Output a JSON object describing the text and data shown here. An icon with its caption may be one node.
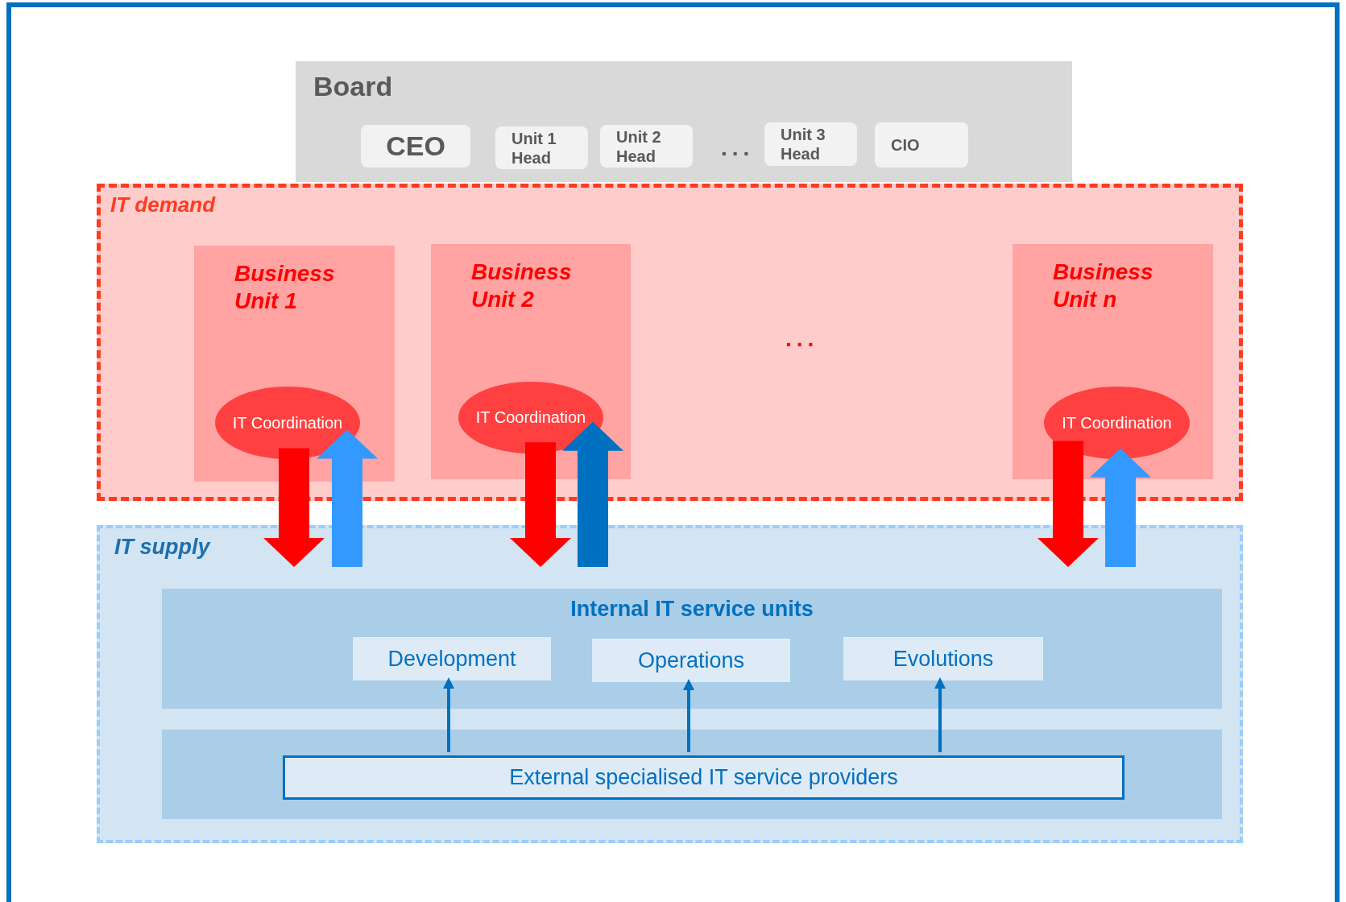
{
  "diagram": {
    "nodes": [
      {
        "text": [
          "Board"
        ]
      },
      {
        "text": [
          "CEO"
        ],
        "in": 0
      },
      {
        "text": [
          "Unit 1 Head"
        ],
        "in": 0
      },
      {
        "text": [
          "Unit 2 Head"
        ],
        "in": 0
      },
      {
        "text": [
          "Unit 3 Head"
        ],
        "in": 0
      },
      {
        "text": [
          "CIO"
        ],
        "in": 0
      },
      {
        "text": [
          "IT demand"
        ]
      },
      {
        "text": [
          "Business Unit 1"
        ],
        "in": 6
      },
      {
        "text": [
          "IT Coordination"
        ],
        "in": 7
      },
      {
        "text": [
          "Business Unit 2"
        ],
        "in": 6
      },
      {
        "text": [
          "IT Coordination"
        ],
        "in": 9
      },
      {
        "text": [
          "Business Unit n"
        ],
        "in": 6
      },
      {
        "text": [
          "IT Coordination"
        ],
        "in": 11
      },
      {
        "text": [
          "IT supply"
        ]
      },
      {
        "text": [
          "Internal IT service units"
        ],
        "in": 13
      },
      {
        "text": [
          "Development"
        ],
        "in": 14
      },
      {
        "text": [
          "Operations"
        ],
        "in": 14
      },
      {
        "text": [
          "Evolutions"
        ],
        "in": 14
      },
      {
        "text": [],
        "shape": "box",
        "in": 13
      },
      {
        "text": [
          "External specialised IT service providers"
        ],
        "in": 18
      }
    ],
    "edges": [
      {
        "from": 8,
        "to": 13,
        "arrow": "to",
        "color": "#ff0000"
      },
      {
        "from": 13,
        "to": 8,
        "arrow": "to",
        "color": "#3399ff"
      },
      {
        "from": 10,
        "to": 13,
        "arrow": "to",
        "color": "#ff0000"
      },
      {
        "from": 13,
        "to": 10,
        "arrow": "to",
        "color": "#0070c0"
      },
      {
        "from": 12,
        "to": 13,
        "arrow": "to",
        "color": "#ff0000"
      },
      {
        "from": 13,
        "to": 12,
        "arrow": "to",
        "color": "#3399ff"
      },
      {
        "from": 19,
        "to": 15,
        "arrow": "to",
        "color": "#0070c0"
      },
      {
        "from": 19,
        "to": 16,
        "arrow": "to",
        "color": "#0070c0"
      },
      {
        "from": 19,
        "to": 17,
        "arrow": "to",
        "color": "#0070c0"
      }
    ],
    "labels": [
      "...",
      "..."
    ]
  }
}
